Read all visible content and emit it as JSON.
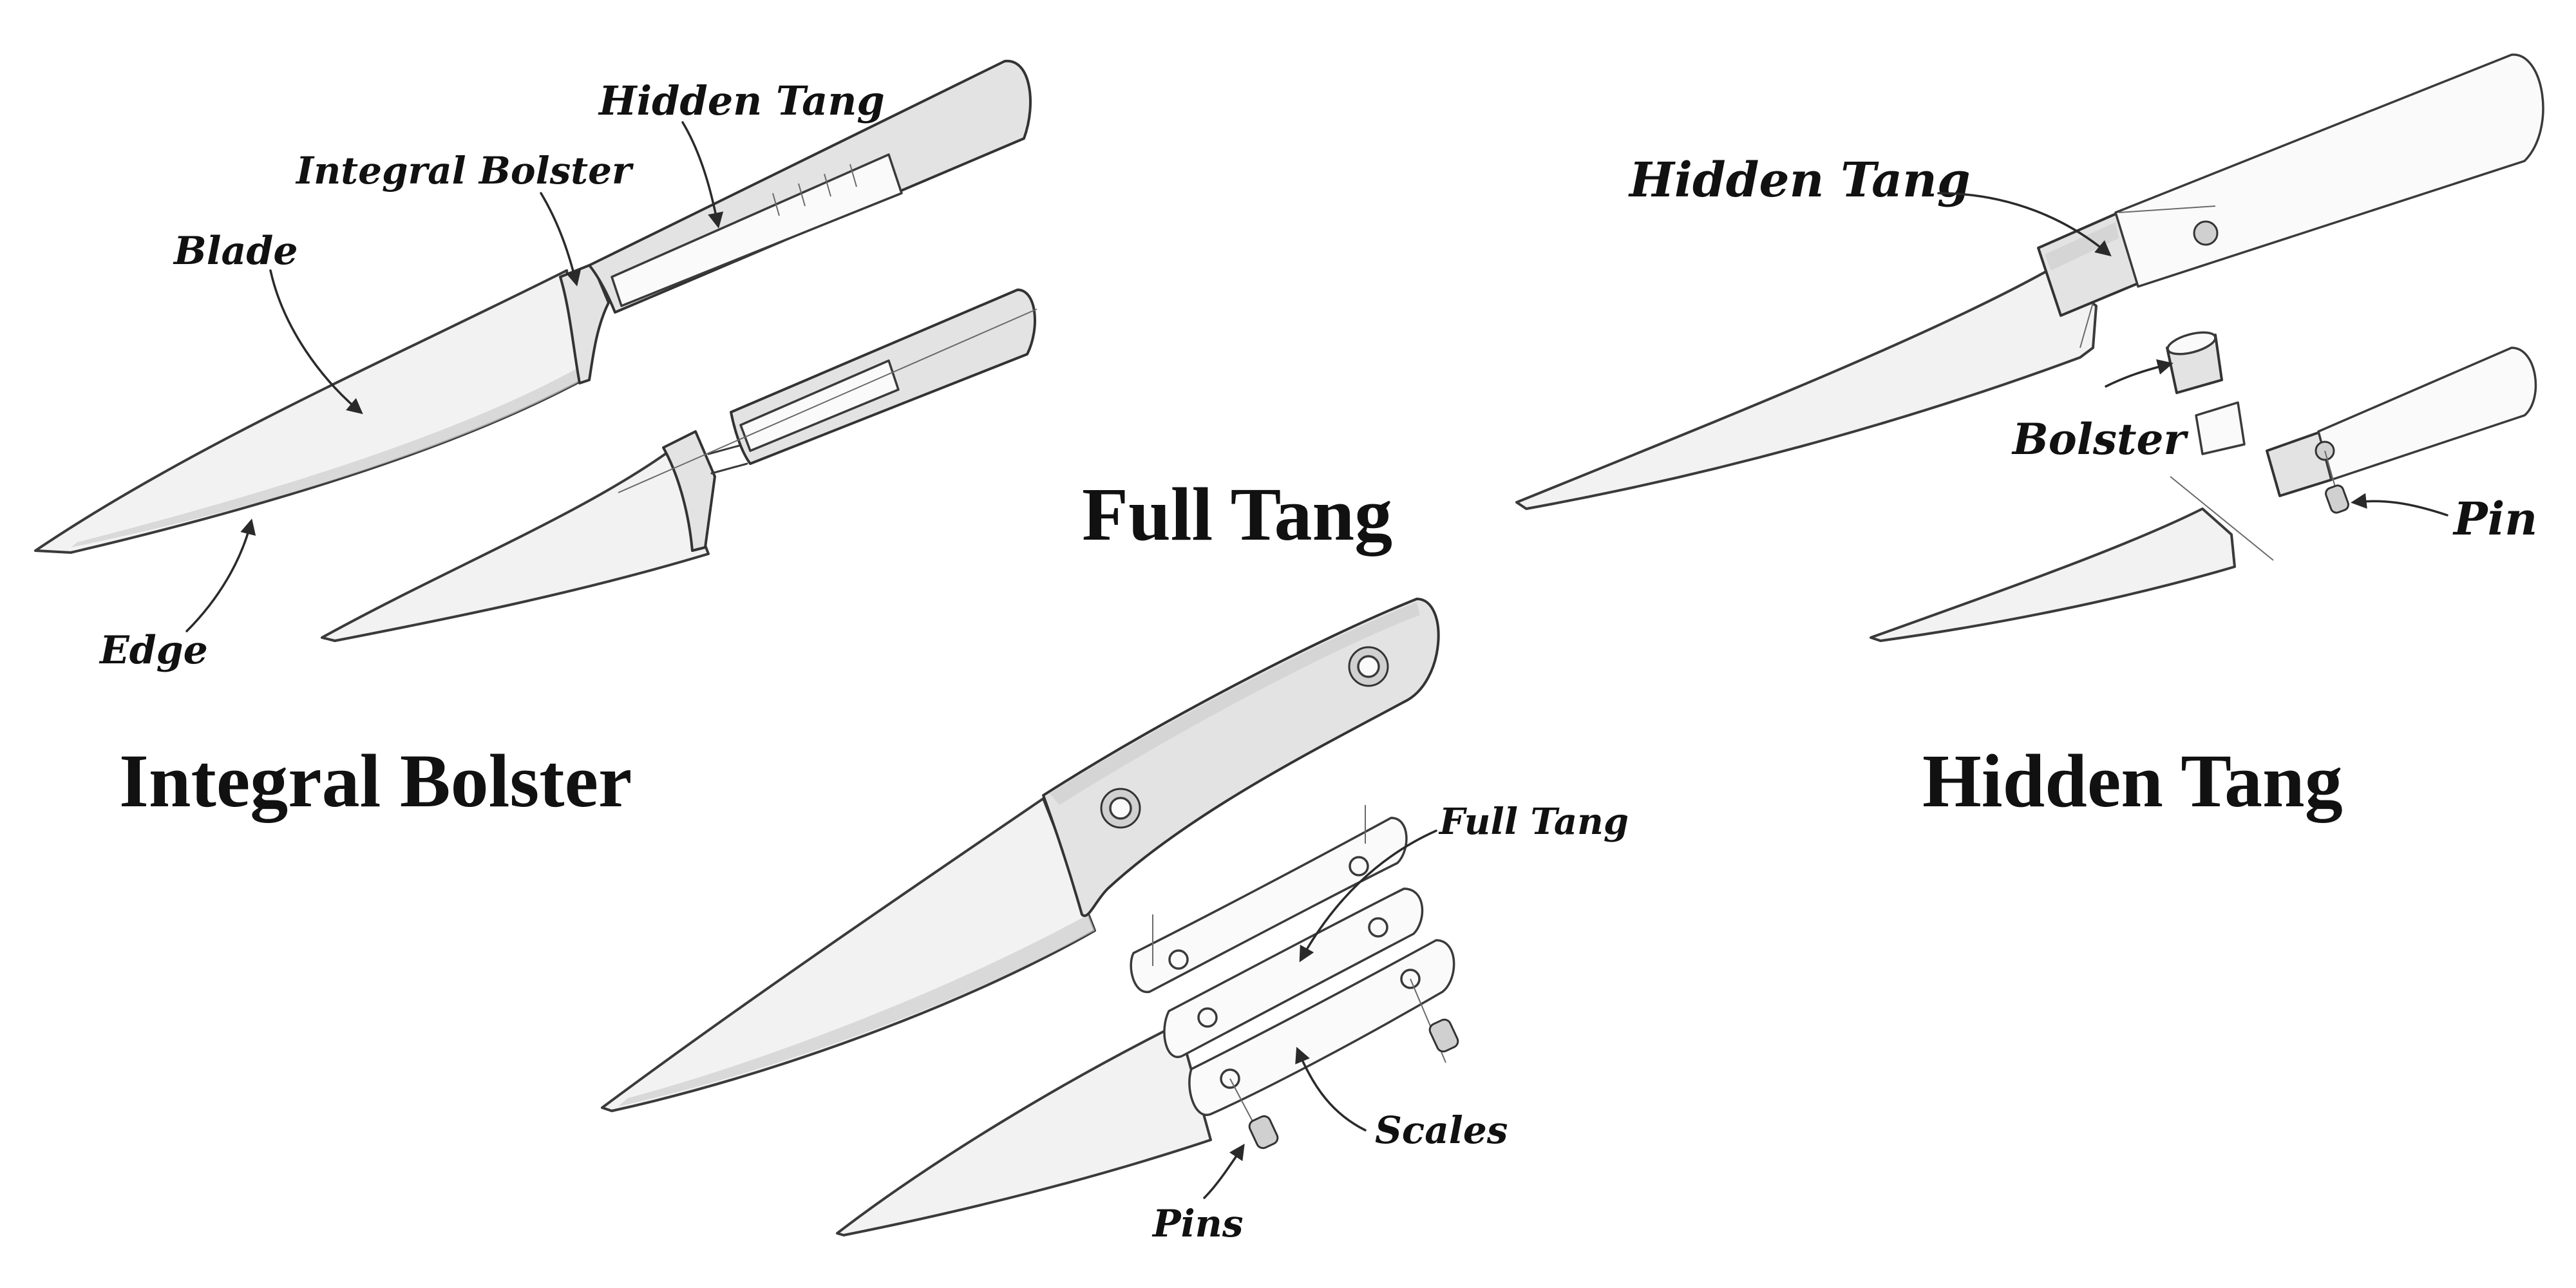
{
  "headings": {
    "integral_bolster": "Integral Bolster",
    "full_tang": "Full Tang",
    "hidden_tang": "Hidden Tang"
  },
  "callouts": {
    "integral": {
      "hidden_tang": "Hidden Tang",
      "integral_bolster": "Integral Bolster",
      "blade": "Blade",
      "edge": "Edge"
    },
    "full_tang": {
      "full_tang": "Full Tang",
      "scales": "Scales",
      "pins": "Pins"
    },
    "hidden_tang": {
      "hidden_tang": "Hidden Tang",
      "bolster": "Bolster",
      "pin": "Pin"
    }
  },
  "colors": {
    "ink": "#111111",
    "sketch_fill": "#f2f2f2",
    "stroke": "#3a3a3a"
  }
}
